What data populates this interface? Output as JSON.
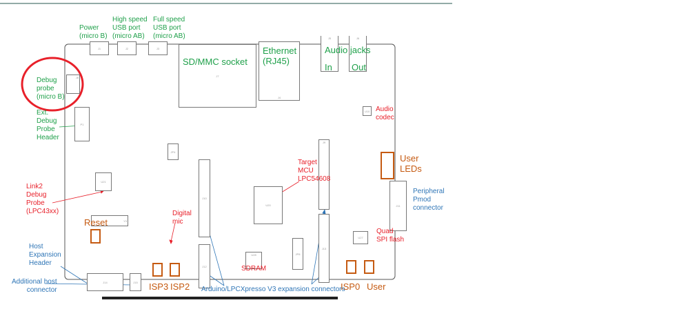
{
  "labels": {
    "power": [
      "Power",
      "(micro B)"
    ],
    "hs_usb": [
      "High speed",
      "USB port",
      "(micro AB)"
    ],
    "fs_usb": [
      "Full speed",
      "USB port",
      "(micro AB)"
    ],
    "sd": "SD/MMC socket",
    "ethernet": [
      "Ethernet",
      "(RJ45)"
    ],
    "audio_jacks": "Audio jacks",
    "audio_in": "In",
    "audio_out": "Out",
    "debug_probe": [
      "Debug",
      "probe",
      "(micro B)"
    ],
    "ext_debug": [
      "Ext.",
      "Debug",
      "Probe",
      "Header"
    ],
    "audio_codec": [
      "Audio",
      "codec"
    ],
    "user_leds": [
      "User",
      "LEDs"
    ],
    "target_mcu": [
      "Target",
      "MCU",
      "LPC54608"
    ],
    "link2": [
      "Link2",
      "Debug",
      "Probe",
      "(LPC43xx)"
    ],
    "pmod": [
      "Peripheral",
      "Pmod",
      "connector"
    ],
    "reset": "Reset",
    "digital_mic": [
      "Digital",
      "mic"
    ],
    "qspi": [
      "Quad",
      "SPI flash"
    ],
    "host_exp": [
      "Host",
      "Expansion",
      "Header"
    ],
    "add_host": [
      "Additional host",
      "connector"
    ],
    "sdram": "SDRAM",
    "isp3": "ISP3",
    "isp2": "ISP2",
    "isp0": "ISP0",
    "user_btn": "User",
    "arduino": "Arduino/LPCXpresso V3 expansion connectors"
  },
  "components": {
    "j1": "J1",
    "j2": "J2",
    "j3": "J3",
    "j7": "J7",
    "j4": "J4",
    "j5": "J5",
    "j6": "J6",
    "j8": "J8",
    "p1": "P1",
    "u21": "U21",
    "y3": "Y3",
    "j10": "J10",
    "j12": "J12",
    "u20": "U20",
    "u28": "U28",
    "j9": "J9",
    "j13": "J13",
    "jp8": "JP8",
    "j11": "J11",
    "u27": "U27",
    "j14": "J14",
    "j15": "J15",
    "u10": "U10",
    "jp4": "JP4"
  },
  "colors": {
    "green": "#1fa04a",
    "red": "#e8202a",
    "orange": "#c55a11",
    "blue": "#2e75b6"
  }
}
